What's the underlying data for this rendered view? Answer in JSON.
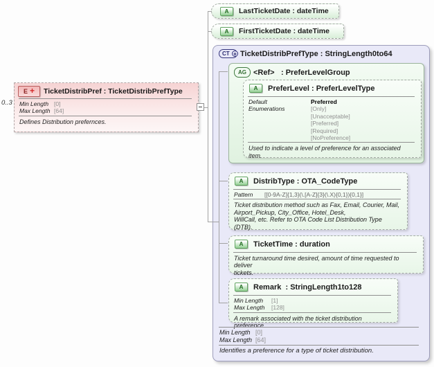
{
  "multiplicity": "0..3",
  "palette": {
    "element-fill": "#f6d3d3",
    "type-fill": "#e9e9f8",
    "attr-fill": "#eaf7ea",
    "connector": "#a2a2a2"
  },
  "element": {
    "badge": "E",
    "badge_plus": "+",
    "title": "TicketDistribPref : TicketDistribPrefType",
    "facets": [
      {
        "label": "Min Length",
        "value": "[0]"
      },
      {
        "label": "Max Length",
        "value": "[64]"
      }
    ],
    "description": "Defines Distribution prefernces."
  },
  "global_attributes": [
    {
      "badge": "A",
      "title": "LastTicketDate : dateTime"
    },
    {
      "badge": "A",
      "title": "FirstTicketDate : dateTime"
    }
  ],
  "complex_type": {
    "badge": "CT",
    "badge_plus": "+",
    "title": "TicketDistribPrefType : StringLength0to64",
    "attribute_group": {
      "badge": "AG",
      "ref_label": "<Ref>",
      "type_label": ": PreferLevelGroup",
      "attribute": {
        "badge": "A",
        "title": "PreferLevel : PreferLevelType",
        "default_label": "Default",
        "default_value": "Preferred",
        "enumerations_label": "Enumerations",
        "enumerations": [
          "[Only]",
          "[Unacceptable]",
          "[Preferred]",
          "[Required]",
          "[NoPreference]"
        ],
        "description": "Used to indicate a level of preference for an associated item."
      }
    },
    "attributes": [
      {
        "badge": "A",
        "title": "DistribType : OTA_CodeType",
        "pattern_label": "Pattern",
        "pattern_value": "[[0-9A-Z]{1,3}(\\.[A-Z]{3}(\\.X){0,1}){0,1}]",
        "description": "Ticket distribution method such as Fax, Email, Courier, Mail,\nAirport_Pickup, City_Office, Hotel_Desk,\nWillCall, etc. Refer to OTA Code List Distribution Type (DTB)."
      },
      {
        "badge": "A",
        "title": "TicketTime : duration",
        "description": "Ticket turnaround time desired, amount of time requested to deliver\ntickets."
      },
      {
        "badge": "A",
        "title": "Remark  : StringLength1to128",
        "facets": [
          {
            "label": "Min Length",
            "value": "[1]"
          },
          {
            "label": "Max Length",
            "value": "[128]"
          }
        ],
        "description": "A remark associated with the ticket distribution preference."
      }
    ],
    "facets": [
      {
        "label": "Min Length",
        "value": "[0]"
      },
      {
        "label": "Max Length",
        "value": "[64]"
      }
    ],
    "description": "Identifies a preference for a type of ticket distribution."
  }
}
